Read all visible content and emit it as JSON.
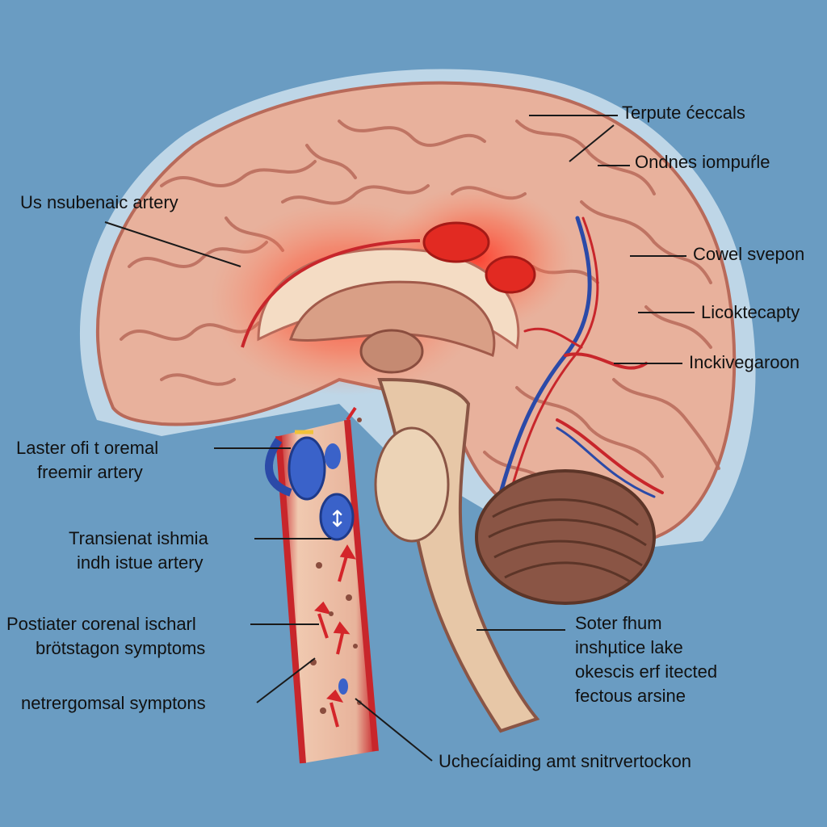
{
  "colors": {
    "background": "#6a9cc2",
    "brain": "#e8b19c",
    "brain_fold": "#b86a5a",
    "ischemia": "#ff2e1f",
    "artery_red": "#c8262b",
    "vein_blue": "#2b4aa8",
    "cerebellum": "#8a5545",
    "brainstem": "#e7c7a7"
  },
  "labels": {
    "top_right_1": "Terpute ćeccals",
    "top_right_2": "Ondnes iompuŕle",
    "left_1": "Us nsubenaic artery",
    "right_3": "Cowel svepon",
    "right_4": "Licoktecapty",
    "right_5": "Inckivegaroon",
    "left_2_line1": "Laster ofi t oremal",
    "left_2_line2": "freemir artery",
    "left_3_line1": "Transienat ishmia",
    "left_3_line2": "indh istue  artery",
    "left_4_line1": "Postiater corenal ischarl",
    "left_4_line2": "brötstagon  symptoms",
    "left_5": "netrergomsal symptons",
    "right_6_line1": "Soter fhum",
    "right_6_line2": "inshµtice lake",
    "right_6_line3": "okescis erf itected",
    "right_6_line4": "fectous arsine",
    "bottom": "Uchecíaiding amt snitrvertockon"
  },
  "icons": {
    "flow_arrow": "double-arrow-icon",
    "blood_flow": "red-arrow-icon"
  }
}
